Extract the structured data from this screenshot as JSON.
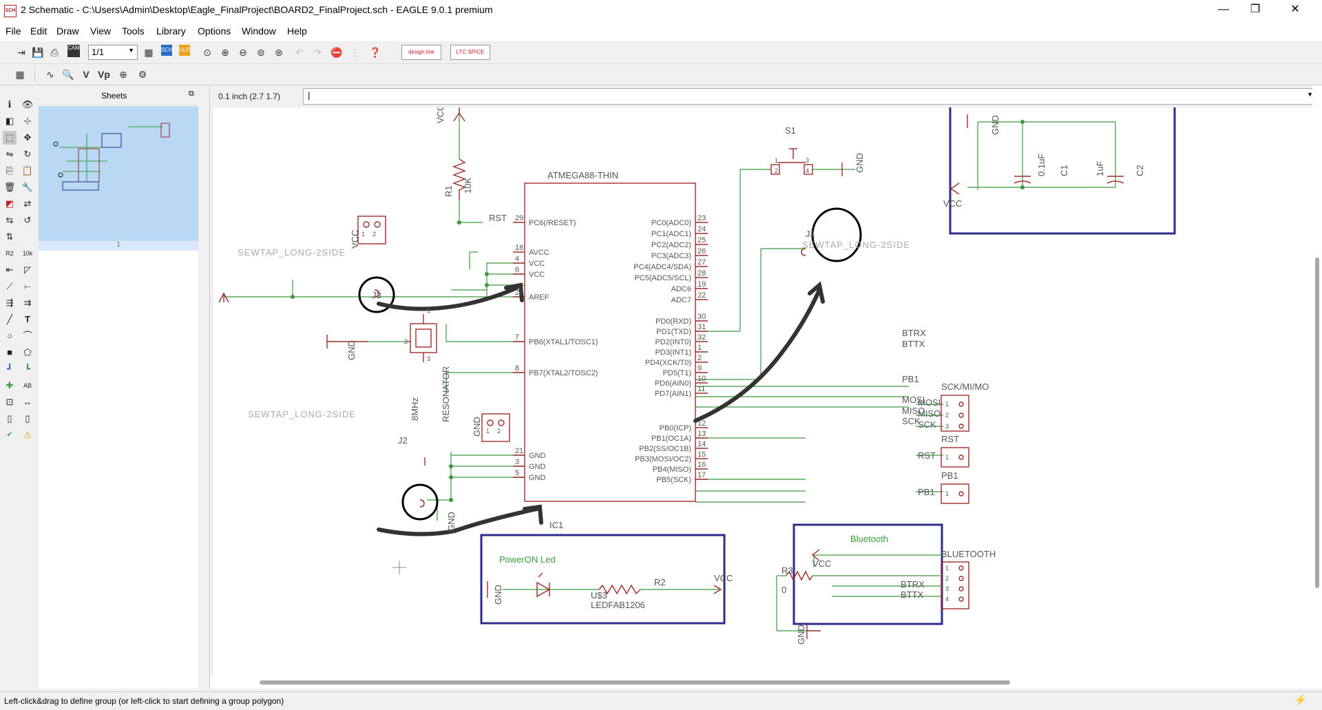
{
  "window": {
    "icon_label": "SCH",
    "title": "2 Schematic - C:\\Users\\Admin\\Desktop\\Eagle_FinalProject\\BOARD2_FinalProject.sch - EAGLE 9.0.1 premium",
    "controls": [
      "—",
      "❐",
      "✕"
    ]
  },
  "menu": [
    "File",
    "Edit",
    "Draw",
    "View",
    "Tools",
    "Library",
    "Options",
    "Window",
    "Help"
  ],
  "toolbar": {
    "sheet_select": "1/1",
    "design_link": "design link",
    "ltspice": "LTC SPICE",
    "icons": [
      "open-icon",
      "save-icon",
      "print-icon",
      "cam-icon",
      "sheet-select",
      "grid-board-icon",
      "sch-icon",
      "ulp-icon",
      "zoom-fit-icon",
      "zoom-in-icon",
      "zoom-out-icon",
      "zoom-redraw-icon",
      "zoom-area-icon",
      "undo-icon",
      "redo-icon",
      "stop-icon",
      "go-icon",
      "help-icon"
    ]
  },
  "toolbar2": {
    "icons": [
      "grid-icon",
      "net-classes-icon",
      "inspect-icon",
      "value-icon",
      "vp-icon",
      "attribute-icon",
      "settings-icon"
    ],
    "labels": [
      "∿",
      "🔍",
      "V",
      "Vp",
      "⊕",
      "⚙"
    ]
  },
  "sheets_panel": {
    "title": "Sheets",
    "page_number": "1"
  },
  "command": {
    "coordinate": "0.1 inch (2.7 1.7)",
    "input_value": "|"
  },
  "status": {
    "text": "Left-click&drag to define group (or left-click to start defining a group polygon)"
  },
  "schematic": {
    "ic": {
      "name": "ATMEGA88-THIN",
      "ref": "IC1",
      "left_pins": [
        {
          "num": "29",
          "name": "PC6(/RESET)"
        },
        {
          "num": "18",
          "name": "AVCC"
        },
        {
          "num": "4",
          "name": "VCC"
        },
        {
          "num": "6",
          "name": "VCC"
        },
        {
          "num": "20",
          "name": "AREF"
        },
        {
          "num": "7",
          "name": "PB6(XTAL1/TOSC1)"
        },
        {
          "num": "8",
          "name": "PB7(XTAL2/TOSC2)"
        },
        {
          "num": "21",
          "name": "GND"
        },
        {
          "num": "3",
          "name": "GND"
        },
        {
          "num": "5",
          "name": "GND"
        }
      ],
      "right_pins": [
        {
          "num": "23",
          "name": "PC0(ADC0)"
        },
        {
          "num": "24",
          "name": "PC1(ADC1)"
        },
        {
          "num": "25",
          "name": "PC2(ADC2)"
        },
        {
          "num": "26",
          "name": "PC3(ADC3)"
        },
        {
          "num": "27",
          "name": "PC4(ADC4/SDA)"
        },
        {
          "num": "28",
          "name": "PC5(ADC5/SCL)"
        },
        {
          "num": "19",
          "name": "ADC6"
        },
        {
          "num": "22",
          "name": "ADC7"
        },
        {
          "num": "30",
          "name": "PD0(RXD)"
        },
        {
          "num": "31",
          "name": "PD1(TXD)"
        },
        {
          "num": "32",
          "name": "PD2(INT0)"
        },
        {
          "num": "1",
          "name": "PD3(INT1)"
        },
        {
          "num": "2",
          "name": "PD4(XCK/T0)"
        },
        {
          "num": "9",
          "name": "PD5(T1)"
        },
        {
          "num": "10",
          "name": "PD6(AIN0)"
        },
        {
          "num": "11",
          "name": "PD7(AIN1)"
        },
        {
          "num": "12",
          "name": "PB0(ICP)"
        },
        {
          "num": "13",
          "name": "PB1(OC1A)"
        },
        {
          "num": "14",
          "name": "PB2(SS/OC1B)"
        },
        {
          "num": "15",
          "name": "PB3(MOSI/OC2)"
        },
        {
          "num": "16",
          "name": "PB4(MISO)"
        },
        {
          "num": "17",
          "name": "PB5(SCK)"
        }
      ]
    },
    "labels": {
      "vcc": "VCC",
      "gnd": "GND",
      "rst": "RST",
      "r1": "R1",
      "r1_val": "10K",
      "s1": "S1",
      "s1_p1": "1",
      "s1_p2": "2",
      "s1_p3": "3",
      "s1_p4": "4",
      "sewtap": "SEWTAP_LONG-2SIDE",
      "j1": "J1",
      "j2": "J2",
      "j3": "J3",
      "resonator": "RESONATOR",
      "mhz": "8MHz",
      "c1": "C1",
      "c1_val": "0.1uF",
      "c2": "C2",
      "c2_val": "1uF",
      "btrx": "BTRX",
      "bttx": "BTTX",
      "pb1": "PB1",
      "mosi": "MOSI",
      "miso": "MISO",
      "sck": "SCK",
      "sck_hdr": "SCK/MI/MO",
      "rst_hdr": "RST",
      "pb1_hdr": "PB1",
      "bluetooth": "Bluetooth",
      "bluetooth_hdr": "BLUETOOTH",
      "poweron": "PowerON Led",
      "r2": "R2",
      "r3": "R3",
      "r3_val": "0",
      "u3": "U$3",
      "led": "LEDFAB1206",
      "p1": "1",
      "p2": "2",
      "p3": "3",
      "p4": "4"
    }
  },
  "colors": {
    "wire": "#3a9a3a",
    "part": "#a02a2a",
    "frame": "#2c2c8c",
    "text": "#555555",
    "annotation": "#000000",
    "sheet_thumb_bg": "#b8d8f4"
  }
}
